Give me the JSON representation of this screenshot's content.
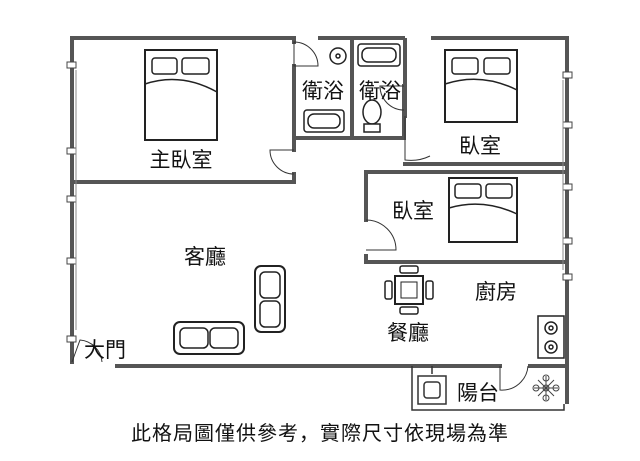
{
  "rooms": {
    "master_bedroom": "主臥室",
    "bath_1": "衛浴",
    "bath_2": "衛浴",
    "bedroom_1": "臥室",
    "bedroom_2": "臥室",
    "living_room": "客廳",
    "kitchen": "廚房",
    "dining_room": "餐廳",
    "main_door": "大門",
    "balcony": "陽台"
  },
  "disclaimer": "此格局圖僅供參考，實際尺寸依現場為準",
  "colors": {
    "wall": "#555555",
    "line": "#222222",
    "background": "#ffffff"
  }
}
